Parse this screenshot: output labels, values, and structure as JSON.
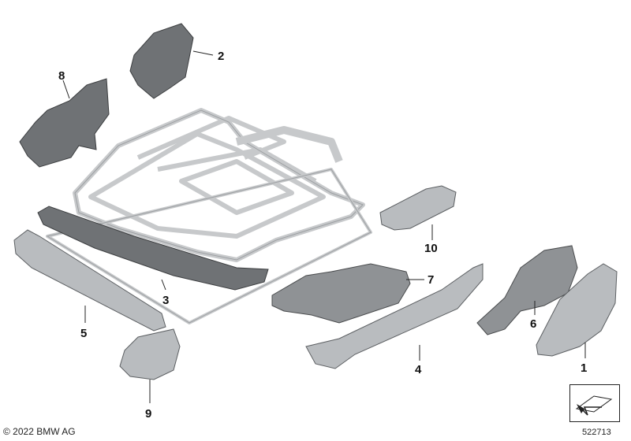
{
  "callouts": {
    "c1": "1",
    "c2": "2",
    "c3": "3",
    "c4": "4",
    "c5": "5",
    "c6": "6",
    "c7": "7",
    "c8": "8",
    "c9": "9",
    "c10": "10"
  },
  "copyright": "© 2022 BMW AG",
  "reference_number": "522713",
  "colors": {
    "part_fill": "#b9bcbf",
    "dark_part": "#6f7275",
    "frame": "#c7c9cb"
  }
}
